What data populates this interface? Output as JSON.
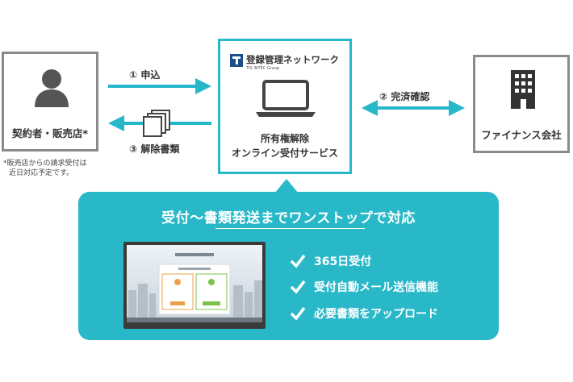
{
  "left_box": {
    "label": "契約者・販売店*",
    "note_line1": "*販売店からの請求受付は",
    "note_line2": "近日対応予定です。"
  },
  "center_box": {
    "logo_title": "登録管理ネットワーク",
    "logo_subtitle": "TIS INTEC Group",
    "line1": "所有権解除",
    "line2": "オンライン受付サービス"
  },
  "right_box": {
    "label": "ファイナンス会社"
  },
  "arrows": {
    "apply": "① 申込",
    "documents": "③ 解除書類",
    "confirm": "② 完済確認"
  },
  "panel": {
    "title": "受付〜書類発送までワンストップで対応",
    "features": [
      "365日受付",
      "受付自動メール送信機能",
      "必要書類をアップロード"
    ]
  },
  "colors": {
    "teal": "#29b8c8",
    "gray_border": "#8a8a8a",
    "icon_gray": "#555555"
  }
}
